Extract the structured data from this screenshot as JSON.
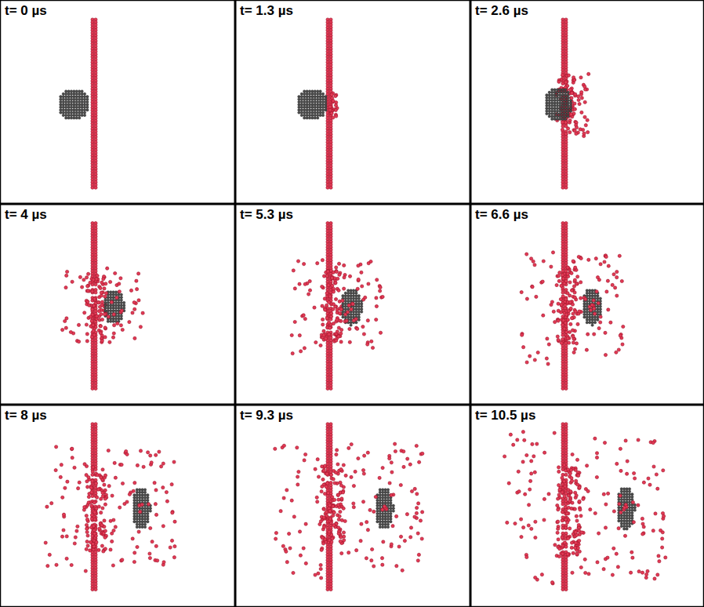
{
  "diagram": {
    "labels": [
      "t= 0 µs",
      "t= 1.3 µs",
      "t= 2.6 µs",
      "t= 4 µs",
      "t= 5.3 µs",
      "t= 6.6 µs",
      "t= 8 µs",
      "t= 9.3 µs",
      "t= 10.5 µs"
    ]
  }
}
